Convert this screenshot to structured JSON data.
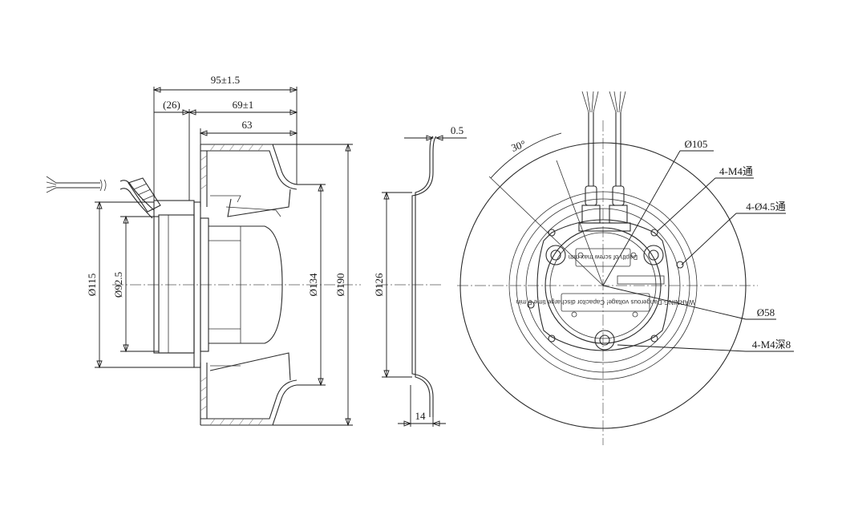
{
  "colors": {
    "line": "#2a2a2a",
    "background": "#ffffff"
  },
  "dimensions": {
    "overall_depth": "95±1.5",
    "cable_offset": "(26)",
    "rotor_depth": "69±1",
    "blade_depth": "63",
    "inlet_thickness": "0.5",
    "inlet_depth": "14",
    "hub_diameter": "Ø115",
    "motor_diameter": "Ø92.5",
    "inlet_diameter": "Ø134",
    "outer_diameter": "Ø190",
    "inlet_ring_diameter": "Ø126",
    "angle": "30°",
    "bolt_circle": "Ø105",
    "through_thread": "4-M4通",
    "through_hole": "4-Ø4.5通",
    "center_diameter": "Ø58",
    "blind_thread": "4-M4深8"
  },
  "labels": {
    "depth_note": "Depth of screw max.mm",
    "warning_note": "WARNING:Dangerous voltage! Capacitor discharge time 5 min"
  }
}
